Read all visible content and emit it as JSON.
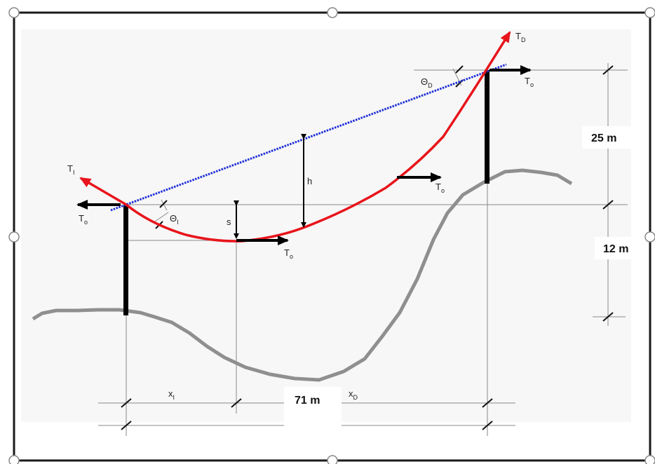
{
  "dimensions": {
    "height_upper": "25 m",
    "height_lower": "12 m",
    "span": "71 m"
  },
  "labels": {
    "tension_left": "T",
    "tension_left_sub": "I",
    "tension_right": "T",
    "tension_right_sub": "D",
    "horizontal_tension": "T",
    "horizontal_tension_sub": "o",
    "theta_left": "Θ",
    "theta_left_sub": "I",
    "theta_right": "Θ",
    "theta_right_sub": "D",
    "height_h": "h",
    "sag_s": "s",
    "x_left": "x",
    "x_left_sub": "I",
    "x_right": "x",
    "x_right_sub": "D"
  },
  "colors": {
    "cable": "#e8141b",
    "chord": "#1f2fd6",
    "terrain": "#8f8f8f",
    "arrow": "#000000",
    "frame": "#1a1a1a"
  }
}
